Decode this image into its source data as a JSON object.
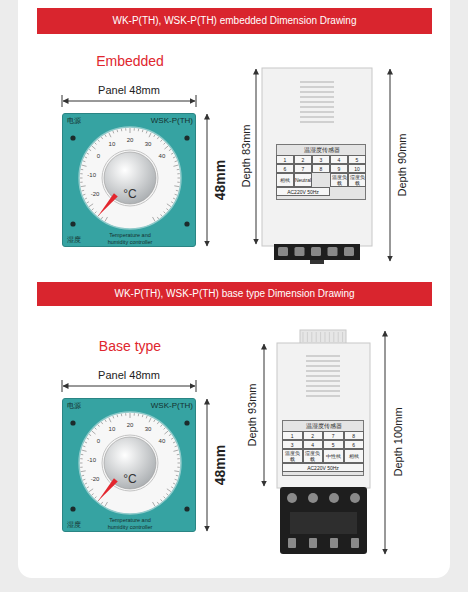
{
  "diagram": {
    "nodes": [
      {
        "text": [
          "WK-P(TH), WSK-P(TH) embedded Dimension Drawing"
        ]
      },
      {
        "text": [
          "电源",
          "WSK-P(TH)",
          "-20",
          "-10",
          "0",
          "10",
          "20",
          "30",
          "40",
          "°C",
          "湿度",
          "Temperature and humidity controller"
        ]
      },
      {
        "text": [
          "温湿度传感器"
        ]
      },
      {
        "text": [
          "WK-P(TH), WSK-P(TH) base type Dimension Drawing"
        ]
      },
      {
        "text": [
          "电源",
          "WSK-P(TH)",
          "-20",
          "-10",
          "0",
          "10",
          "20",
          "30",
          "40",
          "°C",
          "湿度",
          "Temperature and humidity controller"
        ]
      },
      {
        "text": [
          "温湿度传感器"
        ]
      }
    ],
    "edges": [],
    "labels": [
      "Embedded",
      "Panel 48mm",
      "48mm",
      "Depth 83mm",
      "Depth 90mm",
      "1",
      "2",
      "3",
      "4",
      "5",
      "6",
      "7",
      "8",
      "9",
      "10",
      "相线",
      "Neutral",
      "温度负载",
      "湿度负载",
      "AC220V 50Hz",
      "Base type",
      "Panel 48mm",
      "48mm",
      "Depth 93mm",
      "Depth 100mm",
      "1",
      "2",
      "7",
      "8",
      "3",
      "4",
      "5",
      "6",
      "温度负载",
      "湿度负载",
      "中性线",
      "相线",
      "AC220V 50Hz"
    ]
  }
}
